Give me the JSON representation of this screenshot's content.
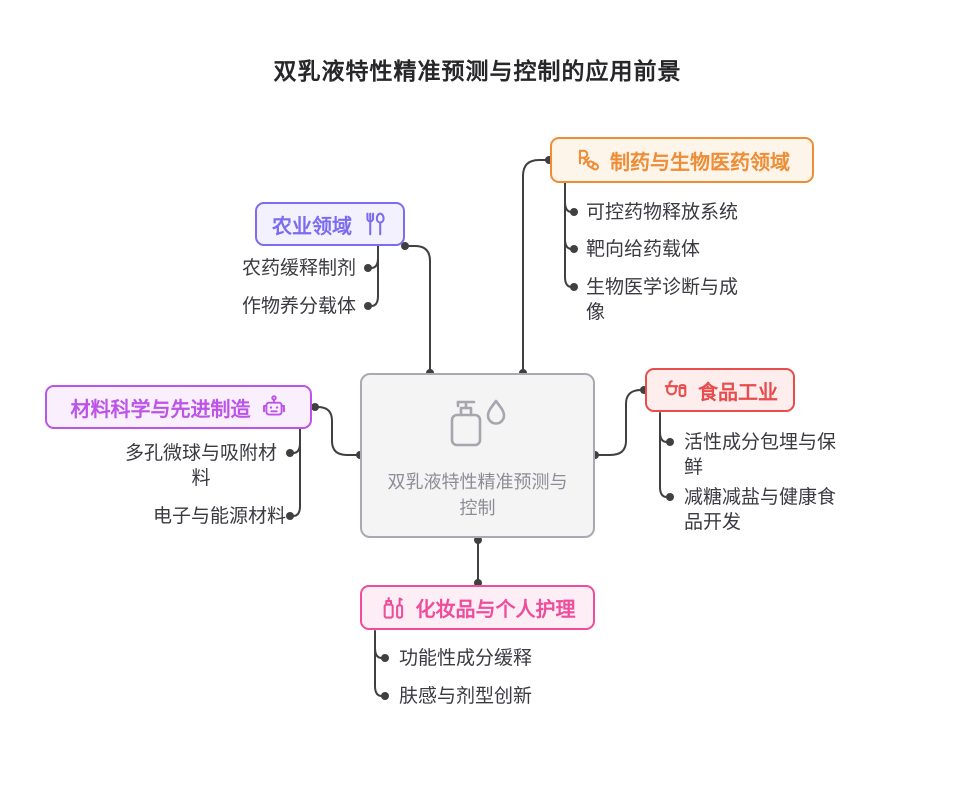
{
  "title": "双乳液特性精准预测与控制的应用前景",
  "connector_color": "#404040",
  "center": {
    "label": "双乳液特性精准预测与控制",
    "icon": "lotion-pump-droplet-icon",
    "border_color": "#a9a9b2",
    "fill_color": "#f4f4f5",
    "text_color": "#8d8d96"
  },
  "branches": [
    {
      "id": "pharma",
      "label": "制药与生物医药领域",
      "icon": "rx-pill-icon",
      "color": "#ee8d35",
      "fill": "#fdf4ea",
      "children": [
        "可控药物释放系统",
        "靶向给药载体",
        "生物医学诊断与成像"
      ]
    },
    {
      "id": "agriculture",
      "label": "农业领域",
      "icon": "utensils-icon",
      "color": "#7c6cf0",
      "fill": "#f3f1fe",
      "children": [
        "农药缓释制剂",
        "作物养分载体"
      ]
    },
    {
      "id": "materials",
      "label": "材料科学与先进制造",
      "icon": "robot-icon",
      "color": "#bd54e8",
      "fill": "#faf0fd",
      "children": [
        "多孔微球与吸附材料",
        "电子与能源材料"
      ]
    },
    {
      "id": "food",
      "label": "食品工业",
      "icon": "food-containers-icon",
      "color": "#e84c4c",
      "fill": "#fdeded",
      "children": [
        "活性成分包埋与保鲜",
        "减糖减盐与健康食品开发"
      ]
    },
    {
      "id": "cosmetics",
      "label": "化妆品与个人护理",
      "icon": "cosmetics-tube-icon",
      "color": "#ee4d9b",
      "fill": "#fdedf5",
      "children": [
        "功能性成分缓释",
        "肤感与剂型创新"
      ]
    }
  ]
}
